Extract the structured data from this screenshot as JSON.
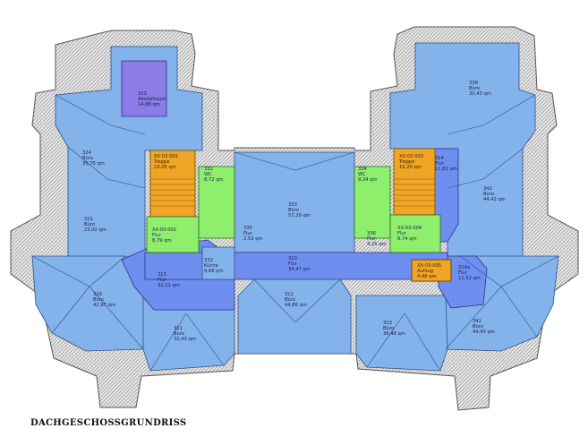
{
  "colors": {
    "office": "#84b3ec",
    "office_light": "#a9cbf2",
    "corridor": "#6f8ff0",
    "stair": "#f0a526",
    "wc": "#8eef6c",
    "ceiling": "#8b7ce8",
    "roof_edge": "#7a7a7a"
  },
  "title": "DACHGESCHOSSGRUNDRISS",
  "rooms": [
    {
      "id": "r323",
      "number": "323",
      "name": "Abstellraum",
      "area": "14,88 qm"
    },
    {
      "id": "r324",
      "number": "324",
      "name": "Büro",
      "area": "35,75 qm"
    },
    {
      "id": "r321",
      "number": "321",
      "name": "Büro",
      "area": "23,02 qm"
    },
    {
      "id": "r316",
      "number": "316",
      "name": "Büro",
      "area": "42,97 qm"
    },
    {
      "id": "r311",
      "number": "311",
      "name": "Büro",
      "area": "32,43 qm"
    },
    {
      "id": "r315",
      "number": "315",
      "name": "Flur",
      "area": "32,11 qm"
    },
    {
      "id": "r331",
      "number": "331",
      "name": "WC",
      "area": "8,72 qm"
    },
    {
      "id": "r332",
      "number": "332",
      "name": "Küche",
      "area": "9,68 qm"
    },
    {
      "id": "r335",
      "number": "335",
      "name": "Flur",
      "area": "2,53 qm"
    },
    {
      "id": "r333",
      "number": "333",
      "name": "Büro",
      "area": "57,29 qm"
    },
    {
      "id": "r312",
      "number": "312",
      "name": "Büro",
      "area": "44,86 qm"
    },
    {
      "id": "r310",
      "number": "310",
      "name": "Flur",
      "area": "34,47 qm"
    },
    {
      "id": "r334",
      "number": "334",
      "name": "WC",
      "area": "9,34 qm"
    },
    {
      "id": "r336",
      "number": "336",
      "name": "Flur",
      "area": "4,25 qm"
    },
    {
      "id": "r338",
      "number": "338",
      "name": "Büro",
      "area": "30,43 qm"
    },
    {
      "id": "r314",
      "number": "314",
      "name": "Flur",
      "area": "11,61 qm"
    },
    {
      "id": "r342",
      "number": "342",
      "name": "Büro",
      "area": "44,42 qm"
    },
    {
      "id": "r314a",
      "number": "314a",
      "name": "Flur",
      "area": "11,52 qm"
    },
    {
      "id": "r313",
      "number": "313",
      "name": "Büro",
      "area": "36,48 qm"
    },
    {
      "id": "r341",
      "number": "341",
      "name": "Büro",
      "area": "44,43 qm"
    },
    {
      "id": "xx001",
      "number": "XX-03-001",
      "name": "Treppe",
      "area": "19,05 qm"
    },
    {
      "id": "xx002",
      "number": "XX-03-002",
      "name": "Flur",
      "area": "8,79 qm"
    },
    {
      "id": "xx003",
      "number": "XX-03-003",
      "name": "Treppe",
      "area": "15,20 qm"
    },
    {
      "id": "xx004",
      "number": "XX-03-004",
      "name": "Flur",
      "area": "8,74 qm"
    },
    {
      "id": "xx005",
      "number": "XX-03-005",
      "name": "Aufzug",
      "area": "4,48 qm"
    }
  ]
}
